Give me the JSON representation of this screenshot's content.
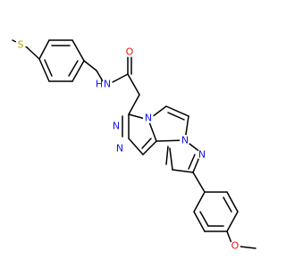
{
  "molecule": {
    "colors": {
      "bond": "#000000",
      "carbon_label": "#000000",
      "nitrogen": "#1515e6",
      "oxygen": "#e61515",
      "sulfur": "#b3a300"
    },
    "atoms": {
      "S": "S",
      "N_amide": "N",
      "H_amide": "H",
      "O_carbonyl": "O",
      "N_triazole_1": "N",
      "N_triazole_2": "N",
      "N_triazole_3": "N",
      "N_pyrazine": "N",
      "N_pyrazole": "N",
      "O_methoxy": "O"
    }
  }
}
